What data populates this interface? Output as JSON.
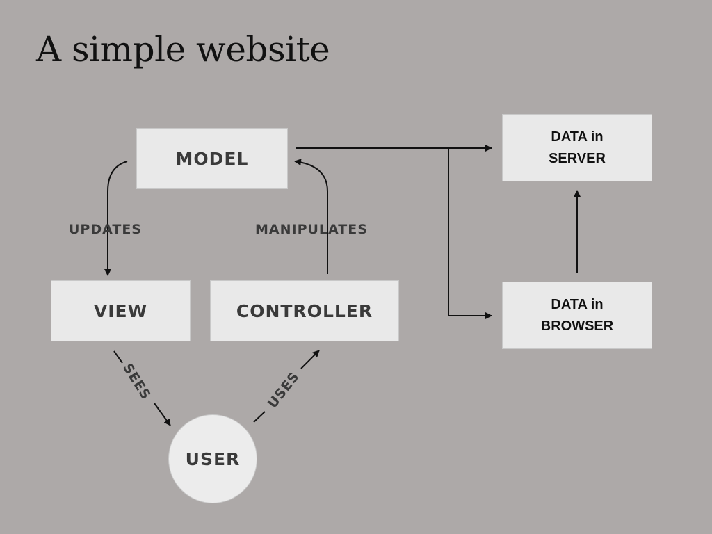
{
  "title": "A simple website",
  "nodes": {
    "model": "MODEL",
    "view": "VIEW",
    "controller": "CONTROLLER",
    "user": "USER",
    "data_server": {
      "line1": "DATA in",
      "line2": "SERVER"
    },
    "data_browser": {
      "line1": "DATA in",
      "line2": "BROWSER"
    }
  },
  "edges": {
    "updates": "UPDATES",
    "manipulates": "MANIPULATES",
    "sees": "SEES",
    "uses": "USES"
  }
}
